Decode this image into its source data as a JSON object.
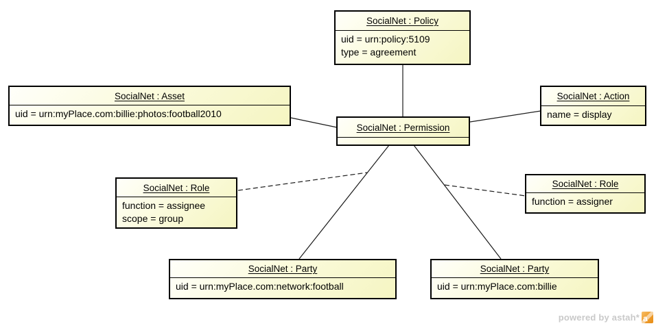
{
  "diagram": {
    "type": "uml-object-diagram",
    "nodes": [
      {
        "id": "policy",
        "title": "SocialNet : Policy",
        "attributes": [
          "uid = urn:policy:5109",
          "type = agreement"
        ]
      },
      {
        "id": "asset",
        "title": "SocialNet : Asset",
        "attributes": [
          "uid = urn:myPlace.com:billie:photos:football2010"
        ]
      },
      {
        "id": "action",
        "title": "SocialNet : Action",
        "attributes": [
          "name = display"
        ]
      },
      {
        "id": "permission",
        "title": "SocialNet : Permission",
        "attributes": []
      },
      {
        "id": "role-assignee",
        "title": "SocialNet : Role",
        "attributes": [
          "function = assignee",
          "scope = group"
        ]
      },
      {
        "id": "role-assigner",
        "title": "SocialNet : Role",
        "attributes": [
          "function = assigner"
        ]
      },
      {
        "id": "party-football",
        "title": "SocialNet : Party",
        "attributes": [
          "uid = urn:myPlace.com:network:football"
        ]
      },
      {
        "id": "party-billie",
        "title": "SocialNet : Party",
        "attributes": [
          "uid = urn:myPlace.com:billie"
        ]
      }
    ],
    "links": [
      {
        "from": "policy",
        "to": "permission",
        "style": "solid"
      },
      {
        "from": "asset",
        "to": "permission",
        "style": "solid"
      },
      {
        "from": "permission",
        "to": "action",
        "style": "solid"
      },
      {
        "from": "permission",
        "to": "party-football",
        "style": "solid"
      },
      {
        "from": "permission",
        "to": "party-billie",
        "style": "solid"
      },
      {
        "from": "role-assignee",
        "to": "link-permission-party-football",
        "style": "dashed"
      },
      {
        "from": "role-assigner",
        "to": "link-permission-party-billie",
        "style": "dashed"
      }
    ],
    "colors": {
      "node_fill_light": "#fffffa",
      "node_fill_dark": "#f5f5c2",
      "node_border": "#000000",
      "connector": "#1b1b1b"
    }
  },
  "watermark": {
    "text": "powered by astah*",
    "logo_icon": "astah-logo",
    "logo_letter": "a",
    "text_color": "#c9c9c9",
    "logo_color": "#ee9c2d"
  }
}
